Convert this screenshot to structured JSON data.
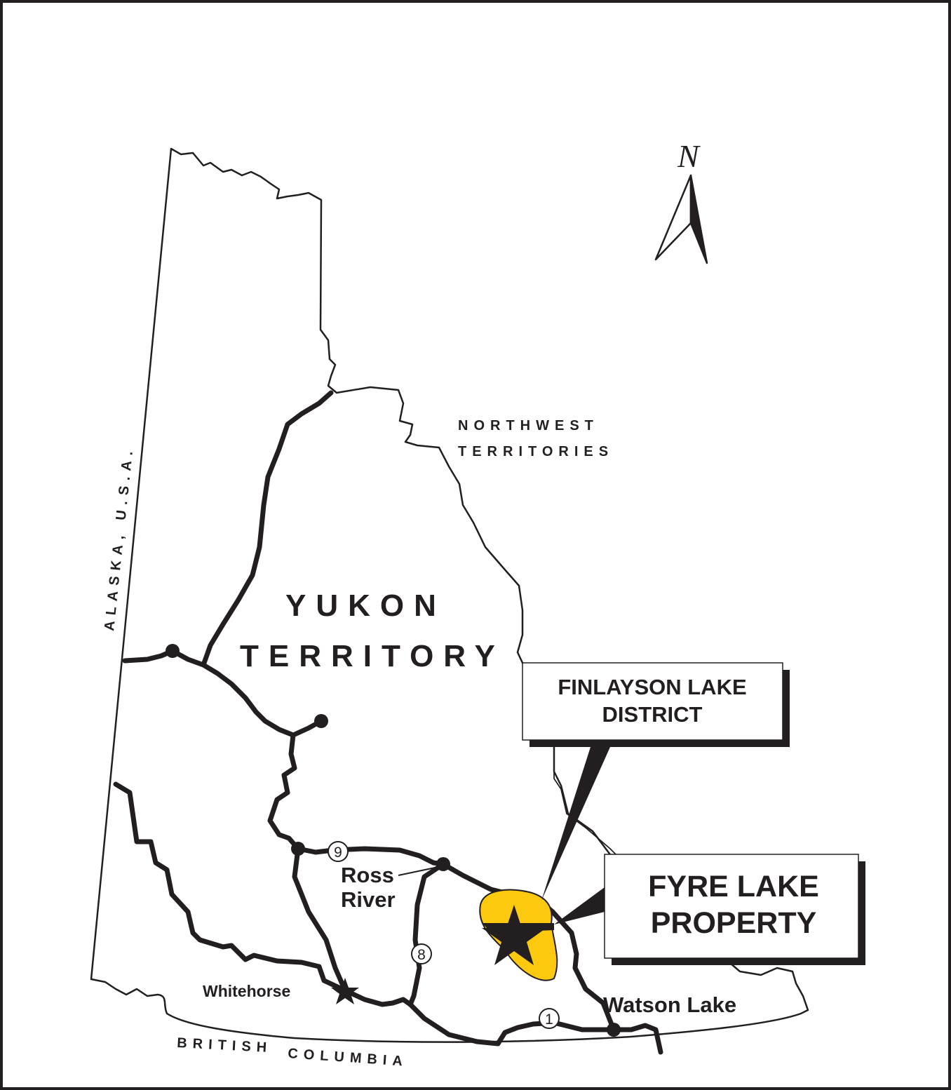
{
  "map": {
    "north_label": "N",
    "regions": {
      "northwest_territories_line1": "NORTHWEST",
      "northwest_territories_line2": "TERRITORIES",
      "alaska": "ALASKA, U.S.A.",
      "british_columbia_part1": "BRITISH",
      "british_columbia_part2": "COLUMBIA",
      "yukon_line1": "YUKON",
      "yukon_line2": "TERRITORY"
    },
    "towns": {
      "ross_river_line1": "Ross",
      "ross_river_line2": "River",
      "whitehorse": "Whitehorse",
      "watson_lake": "Watson Lake"
    },
    "routes": {
      "route_9": "9",
      "route_8": "8",
      "route_1": "1"
    },
    "callouts": {
      "district_line1": "FINLAYSON LAKE",
      "district_line2": "DISTRICT",
      "property_line1": "FYRE LAKE",
      "property_line2": "PROPERTY"
    },
    "colors": {
      "ink": "#231f20",
      "property_fill": "#fcc90f",
      "background": "#ffffff"
    }
  }
}
